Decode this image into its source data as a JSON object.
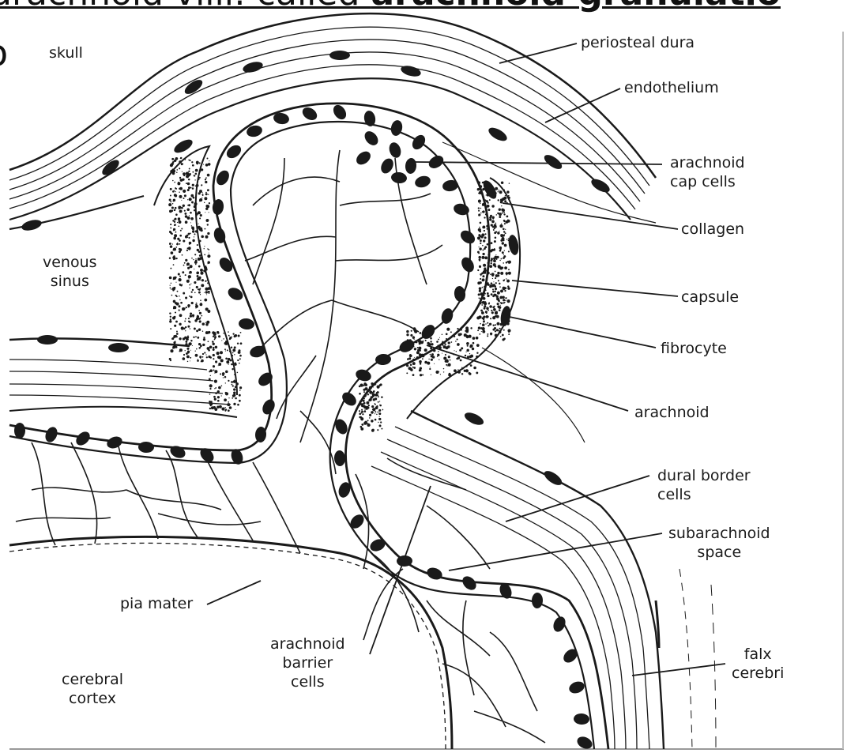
{
  "heading": {
    "prefix": "arachnoid villi: called ",
    "term": "arachnoid granulatio"
  },
  "side_mark": "o",
  "labels": {
    "skull": "skull",
    "venous_sinus": "venous\nsinus",
    "periosteal_dura": "periosteal dura",
    "endothelium": "endothelium",
    "arachnoid_cap_cells": "arachnoid\ncap cells",
    "collagen": "collagen",
    "capsule": "capsule",
    "fibrocyte": "fibrocyte",
    "arachnoid": "arachnoid",
    "dural_border_cells": "dural border\ncells",
    "subarachnoid_space": "subarachnoid\nspace",
    "pia_mater": "pia mater",
    "arachnoid_barrier_cells": "arachnoid\nbarrier\ncells",
    "cerebral_cortex": "cerebral\ncortex",
    "falx_cerebri": "falx\ncerebri"
  },
  "colors": {
    "ink": "#1a1a1a",
    "paper": "#ffffff"
  }
}
